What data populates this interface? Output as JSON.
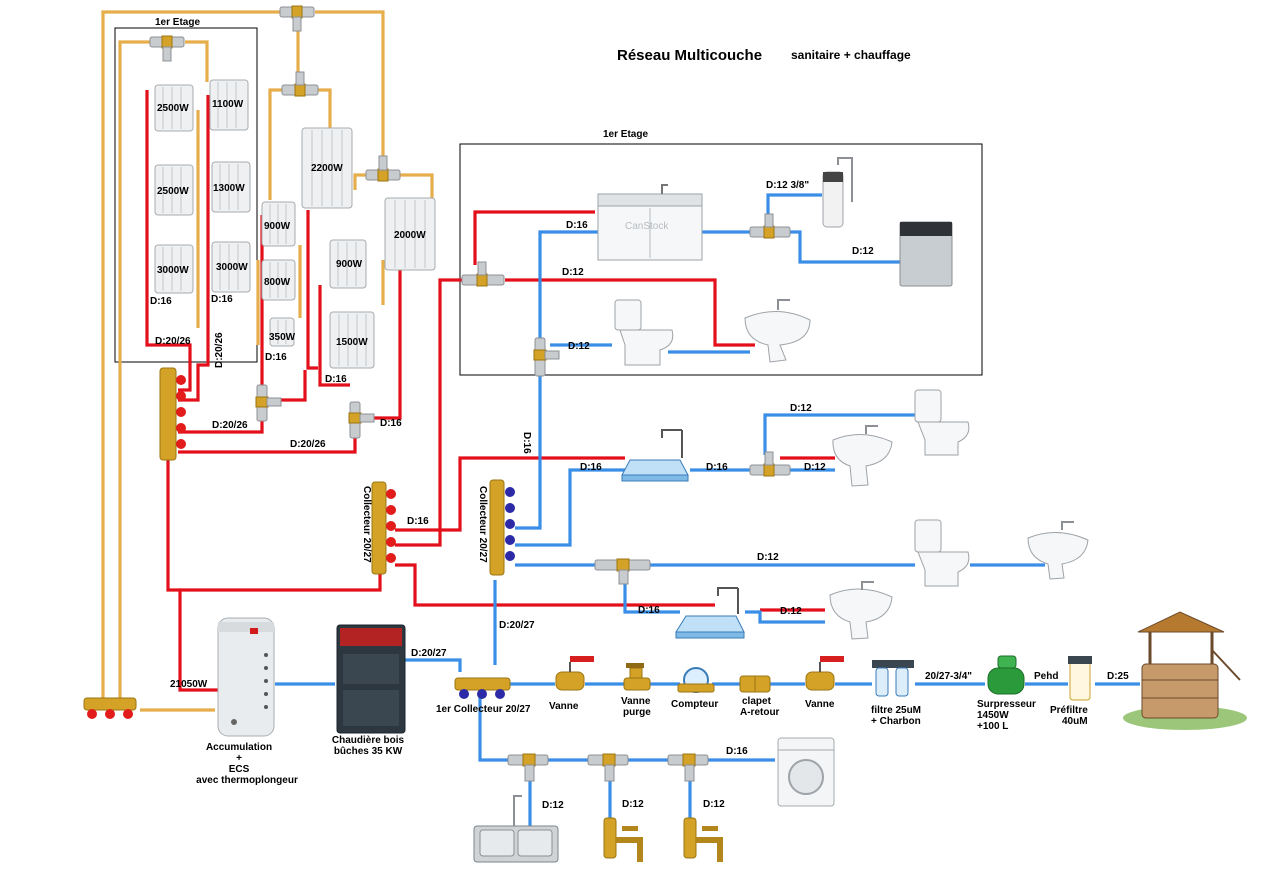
{
  "title": {
    "main": "Réseau Multicouche",
    "sub": "sanitaire + chauffage"
  },
  "floors": {
    "left": "1er Etage",
    "right": "1er Etage"
  },
  "radiators": {
    "r1": "2500W",
    "r2": "1100W",
    "r3": "2500W",
    "r4": "1300W",
    "r5": "3000W",
    "r6": "3000W",
    "r7": "2200W",
    "r8": "900W",
    "r9": "800W",
    "r10": "350W",
    "r11": "2000W",
    "r12": "900W",
    "r13": "1500W"
  },
  "pipes": {
    "d16": "D:16",
    "d12": "D:12",
    "d2026": "D:20/26",
    "d2027": "D:20/27",
    "d25": "D:25",
    "d12_38": "D:12 3/8\"",
    "d2027_34": "20/27-3/4\"",
    "pehd": "Pehd"
  },
  "equipment": {
    "collecteur_red": "Collecteur 20/27",
    "collecteur_blue": "Collecteur 20/27",
    "collecteur_main": "1er Collecteur 20/27",
    "power": "21050W",
    "accumulation_l1": "Accumulation",
    "accumulation_l2": "+",
    "accumulation_l3": "ECS",
    "accumulation_l4": "avec thermoplongeur",
    "chaudiere_l1": "Chaudière bois",
    "chaudiere_l2": "bûches 35 KW",
    "vanne1": "Vanne",
    "vanne_purge_l1": "Vanne",
    "vanne_purge_l2": "purge",
    "compteur": "Compteur",
    "clapet_l1": "clapet",
    "clapet_l2": "A-retour",
    "vanne2": "Vanne",
    "filtre_l1": "filtre 25uM",
    "filtre_l2": "+ Charbon",
    "surpresseur_l1": "Surpresseur",
    "surpresseur_l2": "1450W",
    "surpresseur_l3": "+100 L",
    "prefiltre_l1": "Préfiltre",
    "prefiltre_l2": "40uM"
  },
  "watermark": "CanStock",
  "colors": {
    "hot_pipe": "#e3101c",
    "cold_pipe": "#3a8ee6",
    "heating_return": "#e6ad4c"
  },
  "icons": [
    "radiator-icon",
    "sink-icon",
    "toilet-icon",
    "washbasin-icon",
    "shower-icon",
    "dishwasher-icon",
    "washing-machine-icon",
    "tap-icon",
    "water-filter-icon",
    "pump-icon",
    "well-icon",
    "boiler-icon",
    "tank-icon",
    "valve-icon",
    "meter-icon",
    "manifold-icon",
    "tee-fitting-icon"
  ]
}
